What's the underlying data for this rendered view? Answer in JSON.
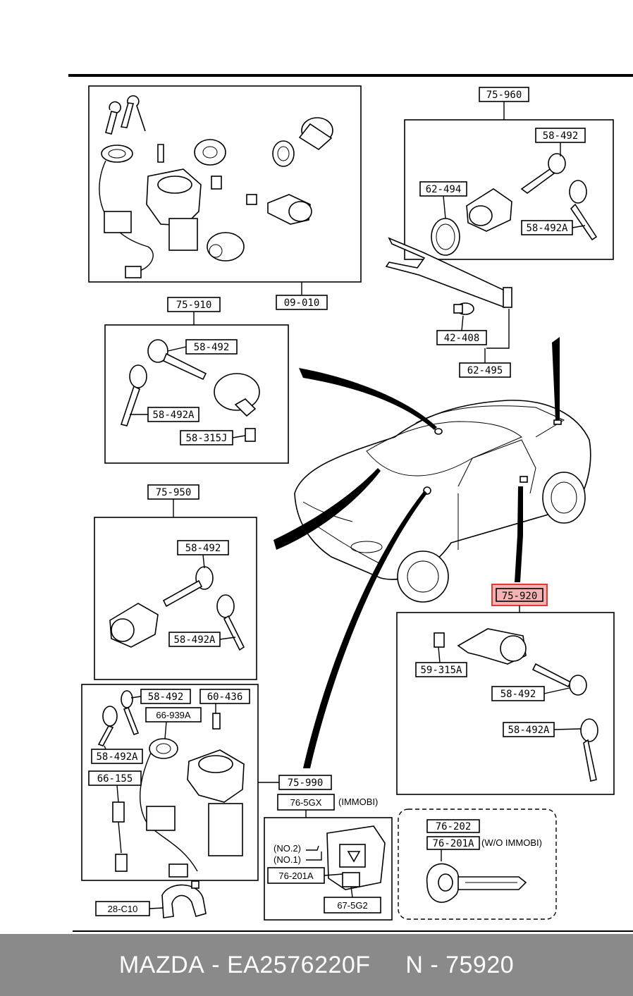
{
  "labels": {
    "g_75960": "75-960",
    "p_58492_a": "58-492",
    "p_62494": "62-494",
    "p_58492A_a": "58-492A",
    "p_42408": "42-408",
    "p_62495": "62-495",
    "g_09010": "09-010",
    "g_75910": "75-910",
    "p_58492_b": "58-492",
    "p_58492A_b": "58-492A",
    "p_58315J": "58-315J",
    "g_75950": "75-950",
    "p_58492_c": "58-492",
    "p_58492A_c": "58-492A",
    "g_75920": "75-920",
    "p_59315A": "59-315A",
    "p_58492_d": "58-492",
    "p_58492A_d": "58-492A",
    "p_58492_e": "58-492",
    "p_60436": "60-436",
    "p_66939A": "66-939A",
    "p_58492A_e": "58-492A",
    "p_66155": "66-155",
    "g_75990": "75-990",
    "p_765GX": "76-5GX",
    "n_immobi": "(IMMOBI)",
    "n_no2": "(NO.2)",
    "n_no1": "(NO.1)",
    "p_76201A_a": "76-201A",
    "p_675G2": "67-5G2",
    "p_76202": "76-202",
    "p_76201A_b": "76-201A",
    "n_wo_immobi": "(W/O IMMOBI)",
    "p_28C10": "28-C10"
  },
  "highlight": {
    "label": "75-920",
    "color": "#e53935"
  },
  "footer": {
    "brand": "MAZDA",
    "sep1": " - ",
    "part_number": "EA2576220F",
    "gap": "     ",
    "ref_prefix": "N - ",
    "ref": "75920"
  }
}
